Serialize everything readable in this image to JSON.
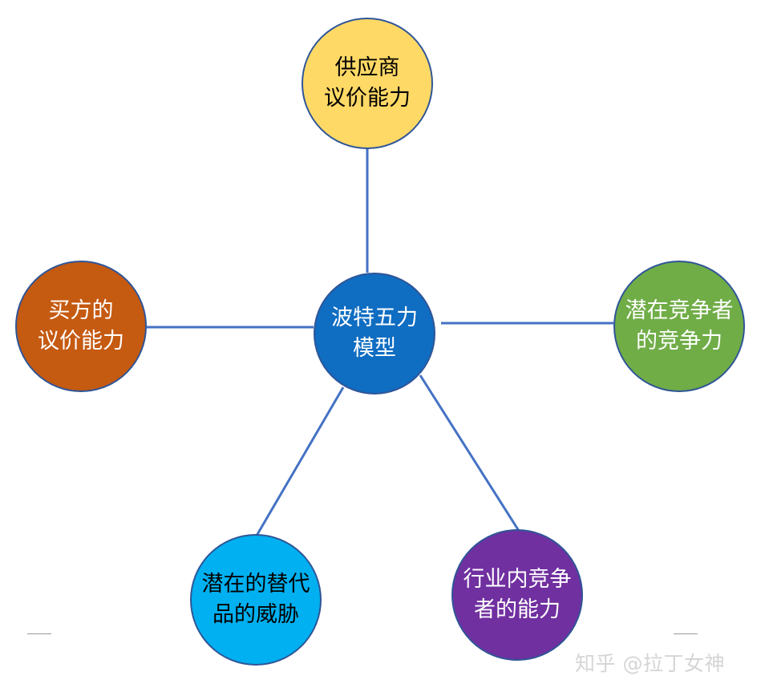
{
  "colors": {
    "center": "#0F6DC2",
    "supplier": "#FFD966",
    "buyer": "#C55A11",
    "new_entrants": "#70AD47",
    "substitutes": "#00B0F0",
    "rivalry": "#7030A0",
    "edge": "#4472C4",
    "border": "#2F5597"
  },
  "center": {
    "line1": "波特五力",
    "line2": "模型"
  },
  "supplier": {
    "line1": "供应商",
    "line2": "议价能力"
  },
  "buyer": {
    "line1": "买方的",
    "line2": "议价能力"
  },
  "new_entrants": {
    "line1": "潜在竞争者",
    "line2": "的竞争力"
  },
  "substitutes": {
    "line1": "潜在的替代",
    "line2": "品的威胁"
  },
  "rivalry": {
    "line1": "行业内竞争",
    "line2": "者的能力"
  },
  "watermark": "知乎 @拉丁女神"
}
